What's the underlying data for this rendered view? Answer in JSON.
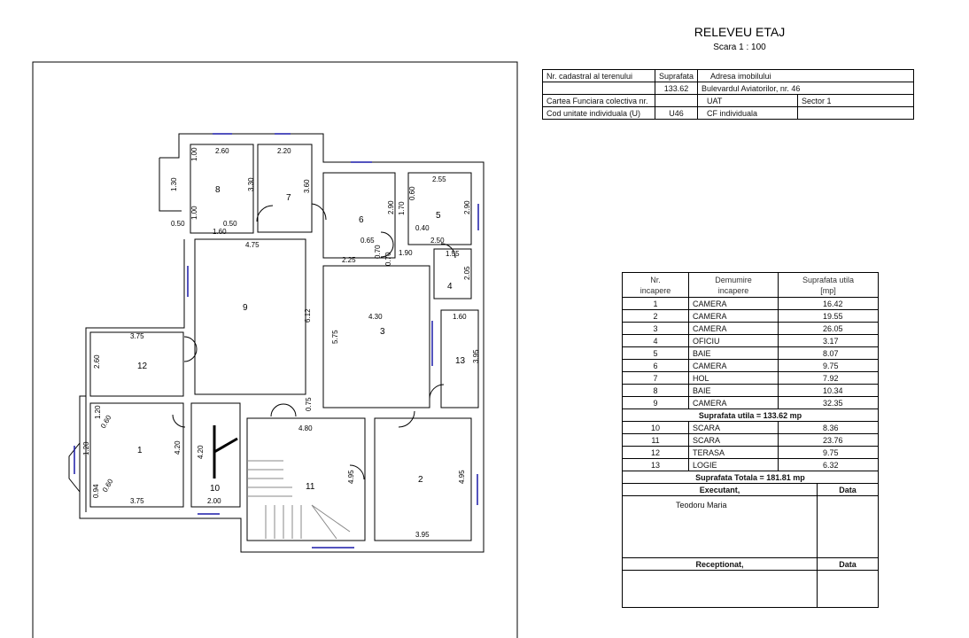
{
  "header": {
    "title": "RELEVEU ETAJ",
    "scale": "Scara 1 : 100"
  },
  "info_table": {
    "r1": [
      "Nr. cadastral al terenului",
      "Suprafata",
      "Adresa imobilului"
    ],
    "r2": [
      "",
      "133.62",
      "Bulevardul Aviatorilor, nr. 46"
    ],
    "r3": [
      "Cartea Funciara colectiva nr.",
      "",
      "UAT",
      "Sector 1"
    ],
    "r4": [
      "Cod unitate individuala (U)",
      "U46",
      "CF individuala",
      ""
    ]
  },
  "rooms_table": {
    "headers": [
      "Nr.\nincapere",
      "Demumire\nincapere",
      "Suprafata utila\n[mp]"
    ],
    "rows": [
      [
        "1",
        "CAMERA",
        "16.42"
      ],
      [
        "2",
        "CAMERA",
        "19.55"
      ],
      [
        "3",
        "CAMERA",
        "26.05"
      ],
      [
        "4",
        "OFICIU",
        "3.17"
      ],
      [
        "5",
        "BAIE",
        "8.07"
      ],
      [
        "6",
        "CAMERA",
        "9.75"
      ],
      [
        "7",
        "HOL",
        "7.92"
      ],
      [
        "8",
        "BAIE",
        "10.34"
      ],
      [
        "9",
        "CAMERA",
        "32.35"
      ]
    ],
    "subtotal": "Suprafata utila = 133.62 mp",
    "rows2": [
      [
        "10",
        "SCARA",
        "8.36"
      ],
      [
        "11",
        "SCARA",
        "23.76"
      ],
      [
        "12",
        "TERASA",
        "9.75"
      ],
      [
        "13",
        "LOGIE",
        "6.32"
      ]
    ],
    "total": "Suprafata Totala = 181.81 mp",
    "executant_label": "Executant,",
    "data_label": "Data",
    "executant_name": "Teodoru Maria",
    "receptionat_label": "Receptionat,",
    "data_label2": "Data"
  },
  "plan": {
    "room_numbers": [
      "1",
      "2",
      "3",
      "4",
      "5",
      "6",
      "7",
      "8",
      "9",
      "10",
      "11",
      "12",
      "13"
    ],
    "dims": [
      "2.60",
      "2.20",
      "1.00",
      "1.30",
      "3.30",
      "3.60",
      "1.00",
      "0.50",
      "0.50",
      "1.60",
      "4.75",
      "2.90",
      "0.65",
      "0.70",
      "2.25",
      "0.70",
      "1.90",
      "2.55",
      "0.60",
      "1.70",
      "2.90",
      "0.40",
      "2.50",
      "1.55",
      "2.05",
      "6.12",
      "4.30",
      "5.75",
      "1.60",
      "3.95",
      "3.75",
      "2.60",
      "0.75",
      "4.80",
      "1.20",
      "0.60",
      "1.20",
      "4.20",
      "4.20",
      "0.94",
      "0.60",
      "3.75",
      "2.00",
      "4.95",
      "4.95",
      "3.95"
    ]
  }
}
